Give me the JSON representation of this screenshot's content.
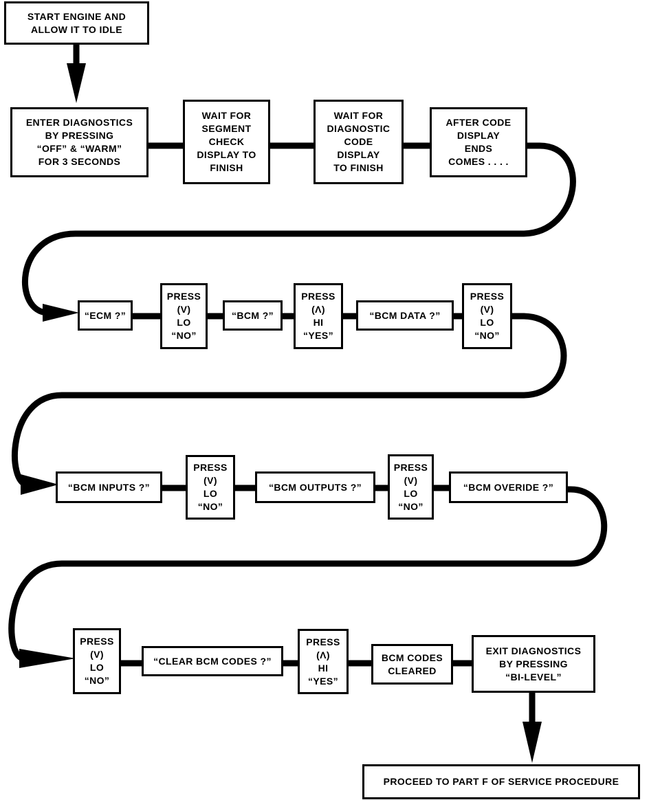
{
  "steps": {
    "start": [
      "START ENGINE AND",
      "ALLOW IT TO IDLE"
    ],
    "enter_diag": [
      "ENTER DIAGNOSTICS",
      "BY PRESSING",
      "“OFF” & “WARM”",
      "FOR 3 SECONDS"
    ],
    "wait_segment": [
      "WAIT FOR",
      "SEGMENT",
      "CHECK",
      "DISPLAY TO",
      "FINISH"
    ],
    "wait_code": [
      "WAIT FOR",
      "DIAGNOSTIC",
      "CODE",
      "DISPLAY",
      "TO FINISH"
    ],
    "after_code": [
      "AFTER CODE",
      "DISPLAY",
      "ENDS",
      "COMES . . . ."
    ],
    "ecm": [
      "“ECM ?”"
    ],
    "press_1": [
      "PRESS",
      "(V)",
      "LO",
      "“NO”"
    ],
    "bcm": [
      "“BCM ?”"
    ],
    "press_2": [
      "PRESS",
      "(Λ)",
      "HI",
      "“YES”"
    ],
    "bcm_data": [
      "“BCM DATA ?”"
    ],
    "press_3": [
      "PRESS",
      "(V)",
      "LO",
      "“NO”"
    ],
    "bcm_inputs": [
      "“BCM INPUTS ?”"
    ],
    "press_4": [
      "PRESS",
      "(V)",
      "LO",
      "“NO”"
    ],
    "bcm_outputs": [
      "“BCM OUTPUTS ?”"
    ],
    "press_5": [
      "PRESS",
      "(V)",
      "LO",
      "“NO”"
    ],
    "bcm_override": [
      "“BCM OVERIDE ?”"
    ],
    "press_6": [
      "PRESS",
      "(V)",
      "LO",
      "“NO”"
    ],
    "clear_codes": [
      "“CLEAR BCM CODES ?”"
    ],
    "press_7": [
      "PRESS",
      "(Λ)",
      "HI",
      "“YES”"
    ],
    "codes_cleared": [
      "BCM CODES",
      "CLEARED"
    ],
    "exit_diag": [
      "EXIT DIAGNOSTICS",
      "BY PRESSING",
      "“BI-LEVEL”"
    ],
    "proceed": [
      "PROCEED TO PART F OF SERVICE PROCEDURE"
    ]
  },
  "colors": {
    "line": "#000000",
    "box_fill": "#ffffff"
  }
}
